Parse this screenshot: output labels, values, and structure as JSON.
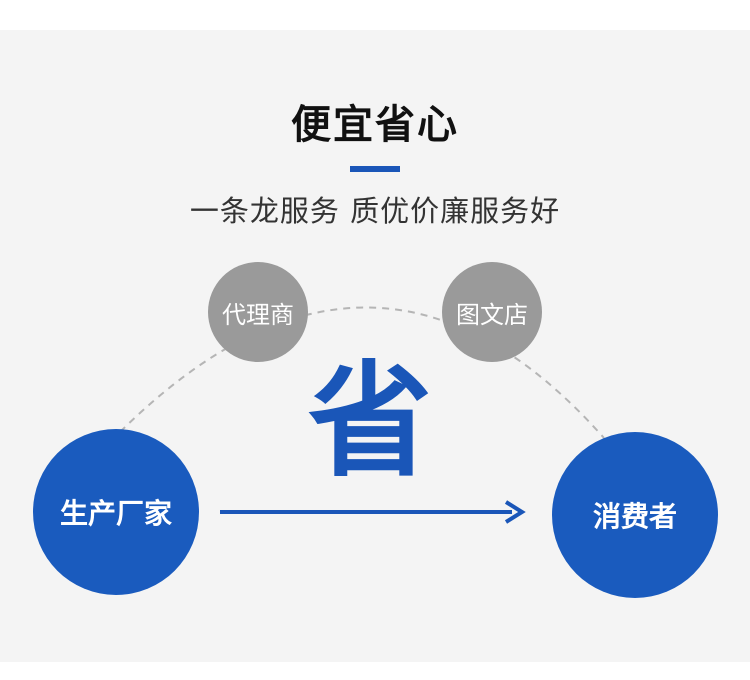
{
  "title": "便宜省心",
  "subtitle": "一条龙服务 质优价廉服务好",
  "intermediaries": {
    "agent": "代理商",
    "shop": "图文店"
  },
  "endpoints": {
    "producer": "生产厂家",
    "consumer": "消费者"
  },
  "highlight_char": "省",
  "colors": {
    "accent": "#1a56b8",
    "node_blue": "#1a5bbe",
    "node_gray": "#9a9a9a",
    "dashed_arc": "#b5b5b5",
    "background": "#f4f4f4"
  }
}
